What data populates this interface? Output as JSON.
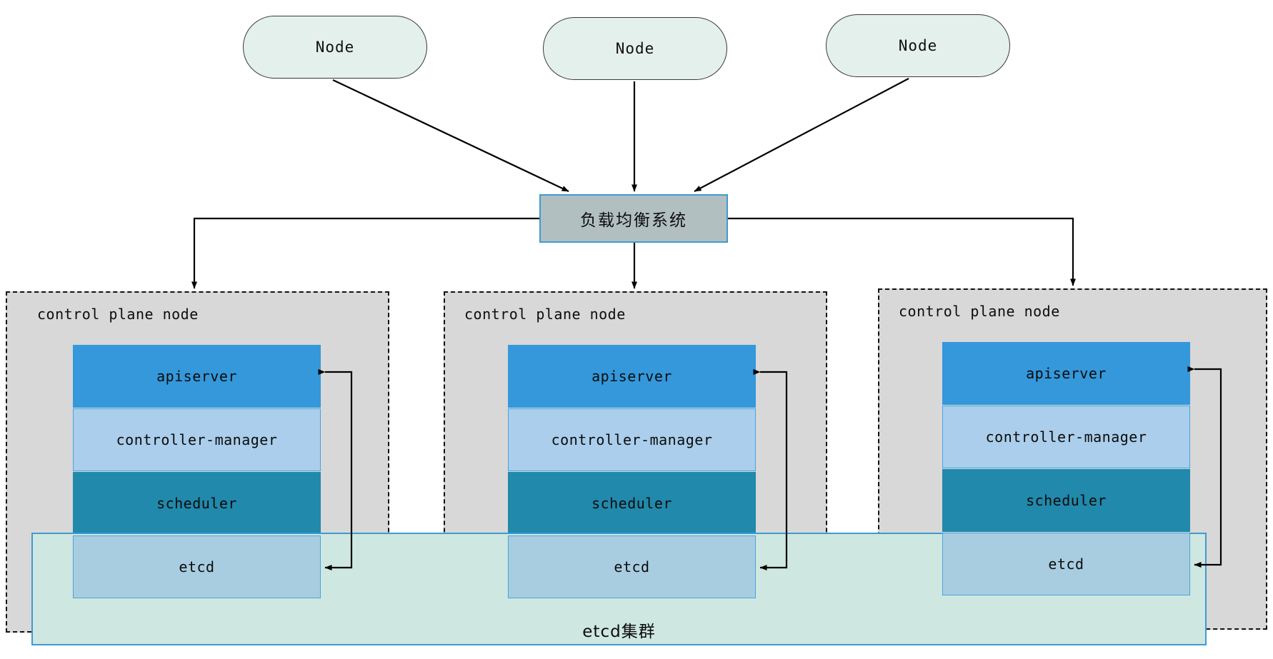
{
  "diagram": {
    "title": "Kubernetes high-availability control plane topology",
    "colors": {
      "node_fill": "#e4f0ec",
      "node_stroke": "#3a3a3a",
      "loadbalancer_fill": "#b2bfc1",
      "loadbalancer_stroke": "#3e9bd2",
      "control_plane_fill": "#d8d8d8",
      "control_plane_stroke": "#111111",
      "apiserver": "#3498db",
      "controller_manager": "#aaceeb",
      "scheduler": "#2189ab",
      "etcd": "#a8cde1",
      "etcd_cluster_fill": "#cee7e0",
      "etcd_cluster_stroke": "#3e9bd2",
      "connector": "#000000"
    },
    "worker_nodes": [
      {
        "label": "Node"
      },
      {
        "label": "Node"
      },
      {
        "label": "Node"
      }
    ],
    "loadbalancer": {
      "label": "负载均衡系统"
    },
    "control_planes": [
      {
        "label": "control plane node",
        "components": [
          {
            "key": "apiserver",
            "label": "apiserver"
          },
          {
            "key": "controller-manager",
            "label": "controller-manager"
          },
          {
            "key": "scheduler",
            "label": "scheduler"
          },
          {
            "key": "etcd",
            "label": "etcd"
          }
        ]
      },
      {
        "label": "control plane node",
        "components": [
          {
            "key": "apiserver",
            "label": "apiserver"
          },
          {
            "key": "controller-manager",
            "label": "controller-manager"
          },
          {
            "key": "scheduler",
            "label": "scheduler"
          },
          {
            "key": "etcd",
            "label": "etcd"
          }
        ]
      },
      {
        "label": "control plane node",
        "components": [
          {
            "key": "apiserver",
            "label": "apiserver"
          },
          {
            "key": "controller-manager",
            "label": "controller-manager"
          },
          {
            "key": "scheduler",
            "label": "scheduler"
          },
          {
            "key": "etcd",
            "label": "etcd"
          }
        ]
      }
    ],
    "etcd_cluster": {
      "label": "etcd集群"
    }
  }
}
